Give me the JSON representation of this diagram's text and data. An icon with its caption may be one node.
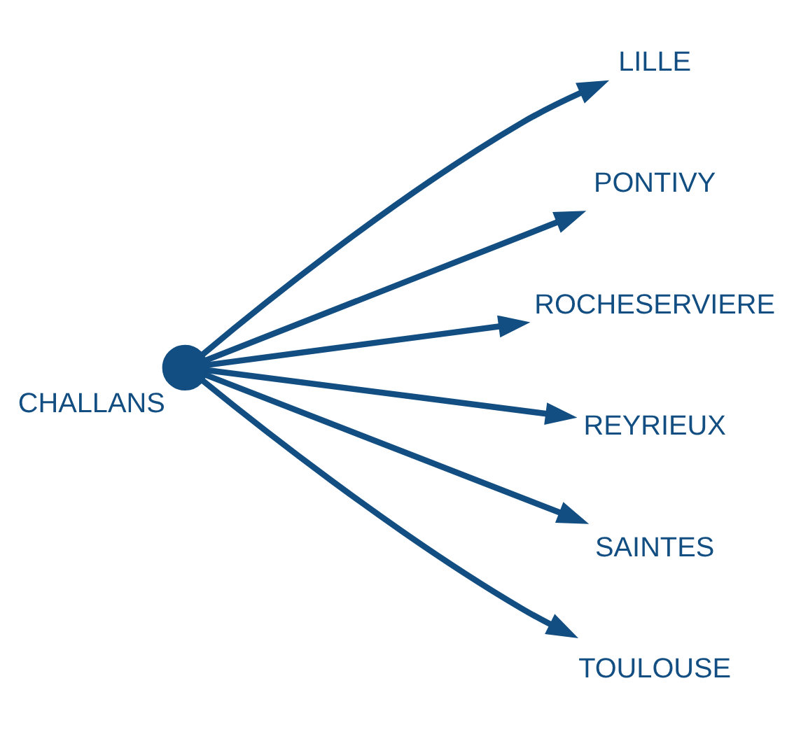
{
  "diagram": {
    "nodes": [
      {
        "text": [
          "LILLE"
        ]
      },
      {
        "text": [
          "PONTIVY"
        ]
      },
      {
        "text": [
          "ROCHESERVIERE"
        ]
      },
      {
        "text": [],
        "shape": "circle",
        "beside": [
          "CHALLANS"
        ]
      },
      {
        "text": [
          "REYRIEUX"
        ]
      },
      {
        "text": [
          "SAINTES"
        ]
      },
      {
        "text": [
          "TOULOUSE"
        ]
      }
    ],
    "edges": [
      {
        "from": 3,
        "to": 0,
        "arrow": "to"
      },
      {
        "from": 3,
        "to": 1,
        "arrow": "to"
      },
      {
        "from": 3,
        "to": 2,
        "arrow": "to"
      },
      {
        "from": 3,
        "to": 4,
        "arrow": "to"
      },
      {
        "from": 3,
        "to": 5,
        "arrow": "to"
      },
      {
        "from": 3,
        "to": 6,
        "arrow": "to"
      }
    ]
  }
}
